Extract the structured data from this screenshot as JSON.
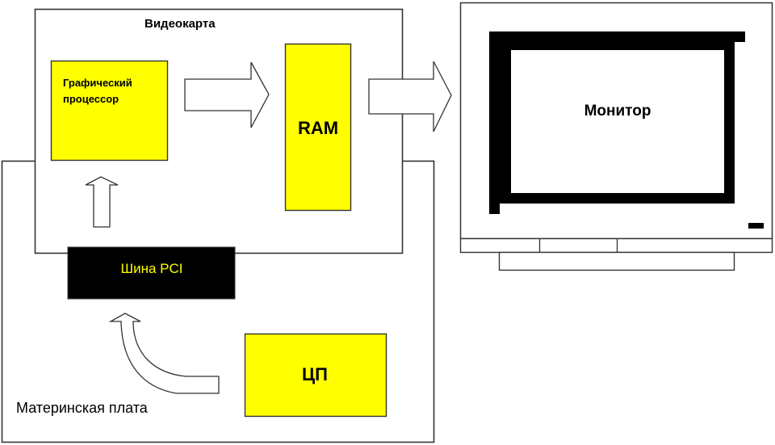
{
  "diagram": {
    "title": "Схема вывода изображения",
    "colors": {
      "chip_fill": "#ffff00",
      "bus_fill": "#000000",
      "bus_text": "#ffff00",
      "outline": "#333333",
      "screen_frame": "#000000"
    },
    "video_card": {
      "label": "Видеокарта"
    },
    "gpu": {
      "label_line1": "Графический",
      "label_line2": "процессор"
    },
    "ram": {
      "label": "RAM"
    },
    "pci_bus": {
      "label": "Шина PCI"
    },
    "cpu": {
      "label": "ЦП"
    },
    "motherboard": {
      "label": "Материнская плата"
    },
    "monitor": {
      "label": "Монитор"
    },
    "arrows": [
      {
        "name": "gpu-to-ram",
        "from": "Графический процессор",
        "to": "RAM",
        "direction": "right"
      },
      {
        "name": "ram-to-monitor",
        "from": "RAM",
        "to": "Монитор",
        "direction": "right"
      },
      {
        "name": "pci-to-gpu",
        "from": "Шина PCI",
        "to": "Графический процессор",
        "direction": "up"
      },
      {
        "name": "cpu-to-pci",
        "from": "ЦП",
        "to": "Шина PCI",
        "direction": "curved-up"
      }
    ]
  }
}
